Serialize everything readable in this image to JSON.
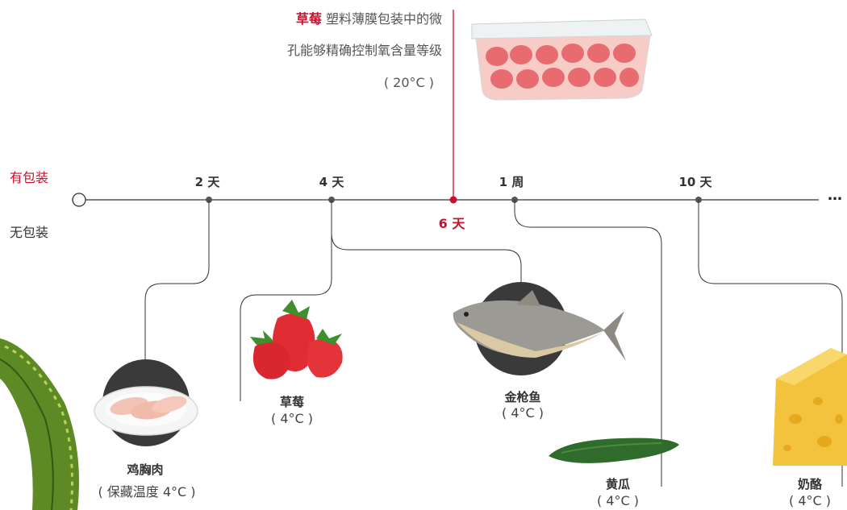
{
  "legend": {
    "packaged": "有包装",
    "unpackaged": "无包装"
  },
  "timeline": {
    "ticks": [
      "2 天",
      "4 天",
      "1 周",
      "10 天"
    ],
    "highlight": "6 天",
    "continuation": "…"
  },
  "callout": {
    "name": "草莓",
    "line1": "塑料薄膜包装中的微",
    "line2": "孔能够精确控制氧含量等级",
    "temp": "( 20°C )"
  },
  "items": [
    {
      "name": "鸡胸肉",
      "note": "( 保藏温度 4°C )"
    },
    {
      "name": "草莓",
      "note": "( 4°C )"
    },
    {
      "name": "金枪鱼",
      "note": "( 4°C )"
    },
    {
      "name": "黄瓜",
      "note": "( 4°C )"
    },
    {
      "name": "奶酪",
      "note": "( 4°C )"
    }
  ],
  "colors": {
    "accent": "#c8102e",
    "line": "#333333",
    "circle": "#3a3a3a"
  }
}
